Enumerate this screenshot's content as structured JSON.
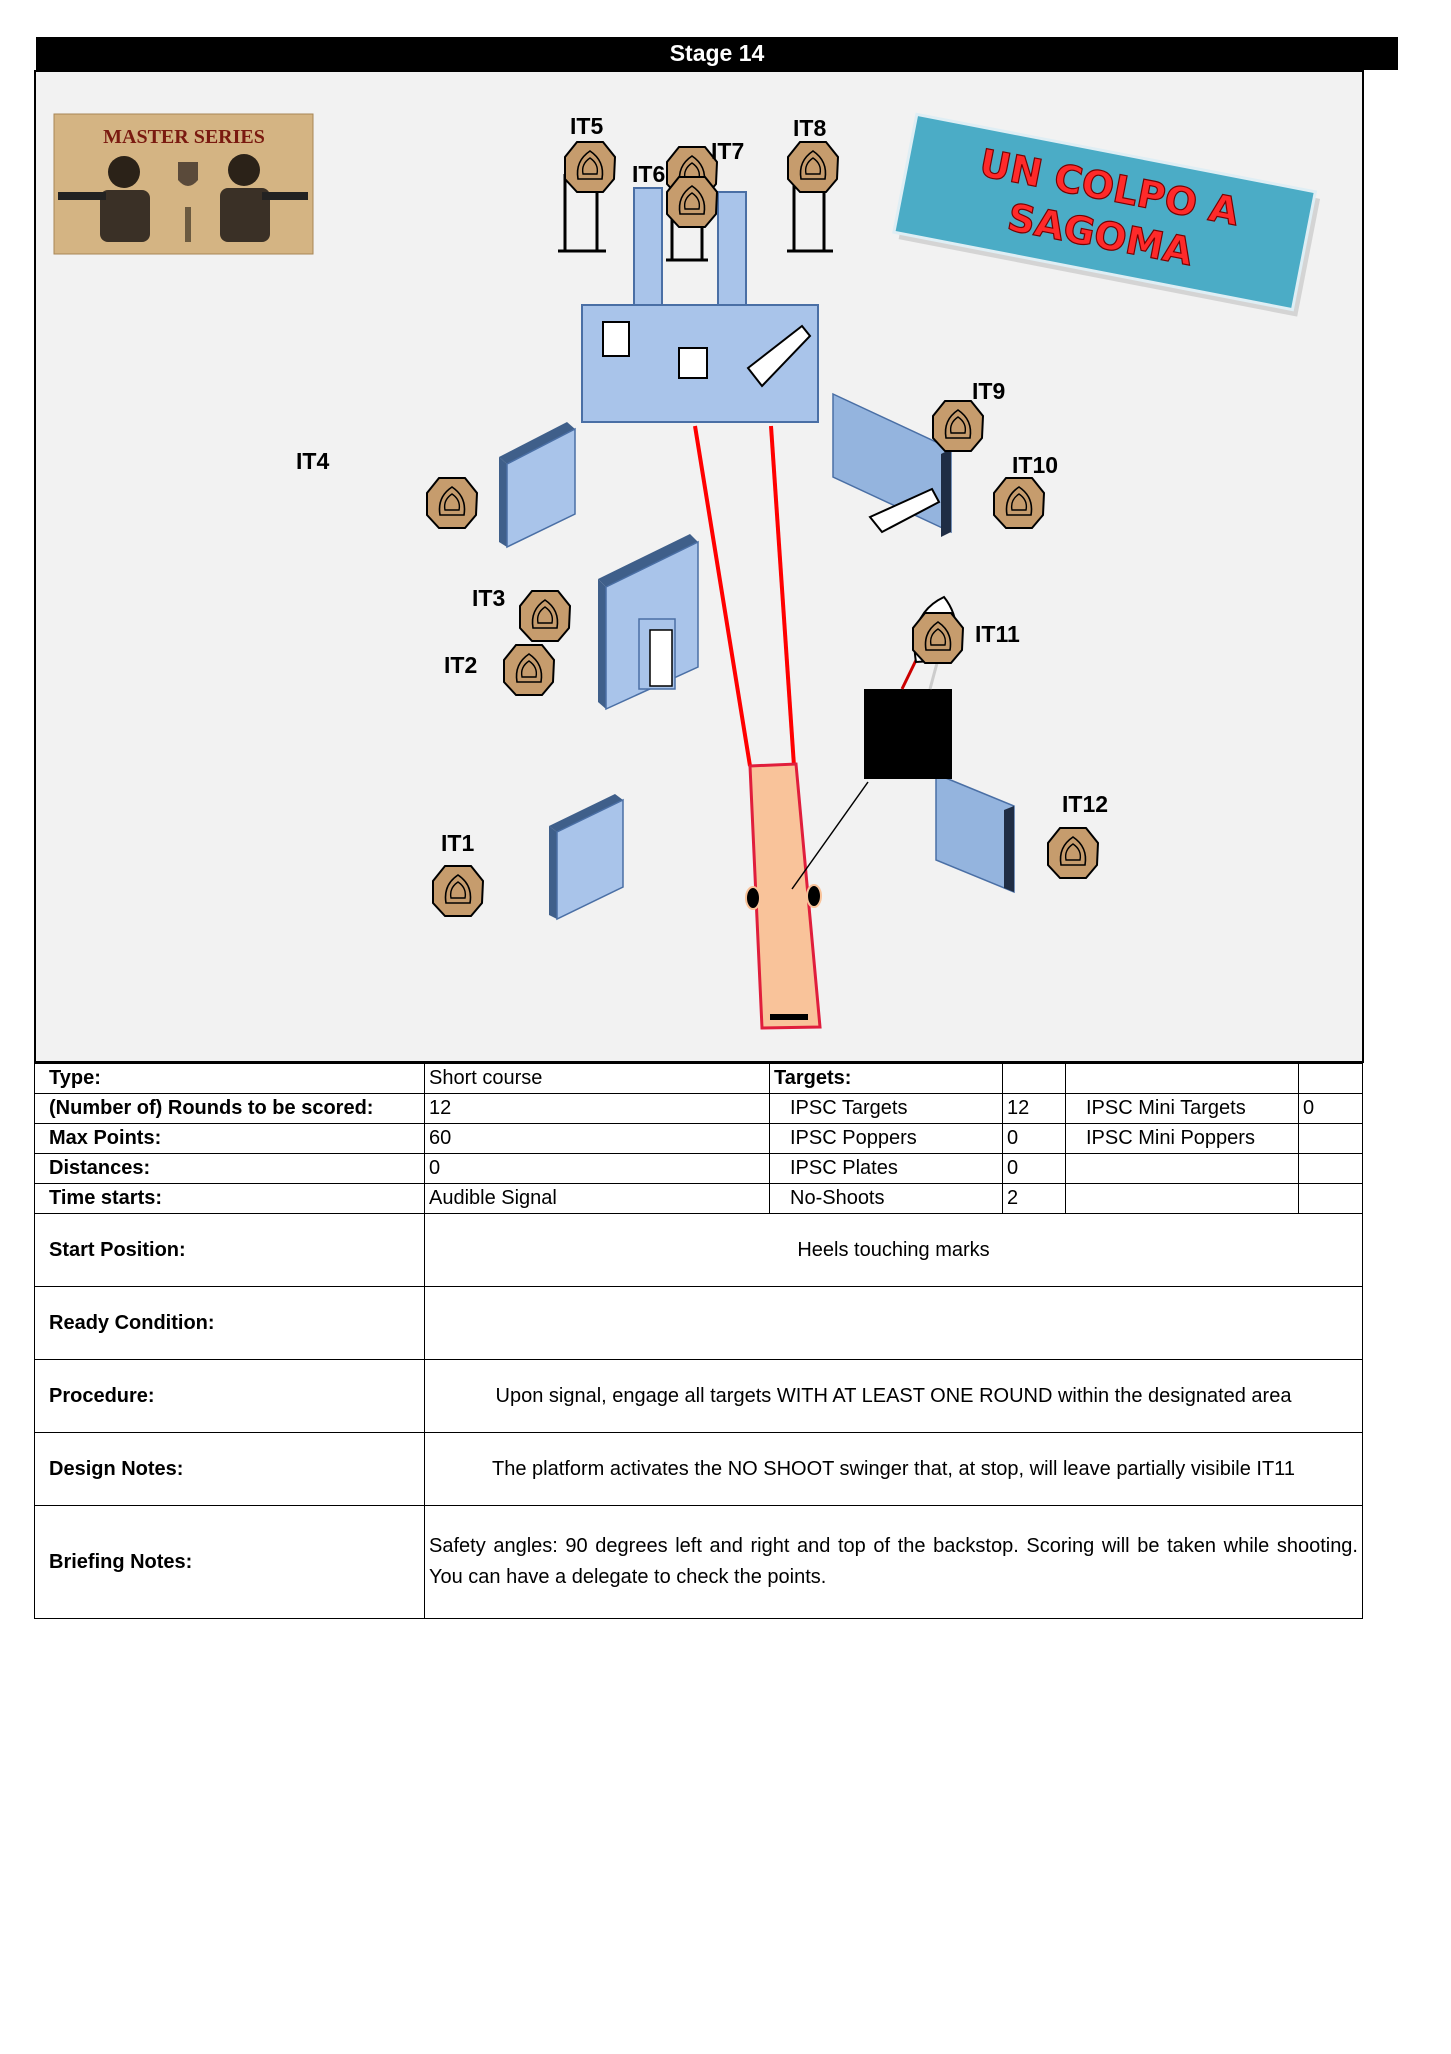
{
  "stage_title": "Stage 14",
  "logo": {
    "text": "MASTER SERIES"
  },
  "banner": {
    "line1": "UN COLPO A",
    "line2": "SAGOMA"
  },
  "targets": [
    "IT1",
    "IT2",
    "IT3",
    "IT4",
    "IT5",
    "IT6",
    "IT7",
    "IT8",
    "IT9",
    "IT10",
    "IT11",
    "IT12"
  ],
  "colors": {
    "wall": "#a9c4ea",
    "target": "#c69c6d",
    "fault_line": "#ff0000",
    "platform": "#f9c39a",
    "banner": "#4bacc6",
    "banner_text": "#ff2a2a"
  },
  "info": {
    "type_label": "Type:",
    "type_value": "Short course",
    "targets_label": "Targets:",
    "rounds_label": "(Number of) Rounds to be scored:",
    "rounds_value": "12",
    "max_label": "Max Points:",
    "max_value": "60",
    "dist_label": "Distances:",
    "dist_value": "0",
    "time_label": "Time starts:",
    "time_value": "Audible Signal",
    "ipsc_targets_label": "IPSC Targets",
    "ipsc_targets_value": "12",
    "ipsc_mini_targets_label": "IPSC Mini Targets",
    "ipsc_mini_targets_value": "0",
    "ipsc_poppers_label": "IPSC Poppers",
    "ipsc_poppers_value": "0",
    "ipsc_mini_poppers_label": "IPSC Mini Poppers",
    "ipsc_plates_label": "IPSC Plates",
    "ipsc_plates_value": "0",
    "noshoots_label": "No-Shoots",
    "noshoots_value": "2",
    "start_label": "Start Position:",
    "start_value": "Heels touching marks",
    "ready_label": "Ready Condition:",
    "ready_value": "",
    "procedure_label": "Procedure:",
    "procedure_value": "Upon signal, engage all targets WITH AT LEAST ONE ROUND within the designated area",
    "design_label": "Design Notes:",
    "design_value": "The platform activates the NO SHOOT swinger that, at stop, will leave partially visibile IT11",
    "briefing_label": "Briefing Notes:",
    "briefing_value": "Safety angles: 90 degrees left and right and top of the backstop. Scoring will be taken while shooting. You can have a delegate to check the points."
  }
}
